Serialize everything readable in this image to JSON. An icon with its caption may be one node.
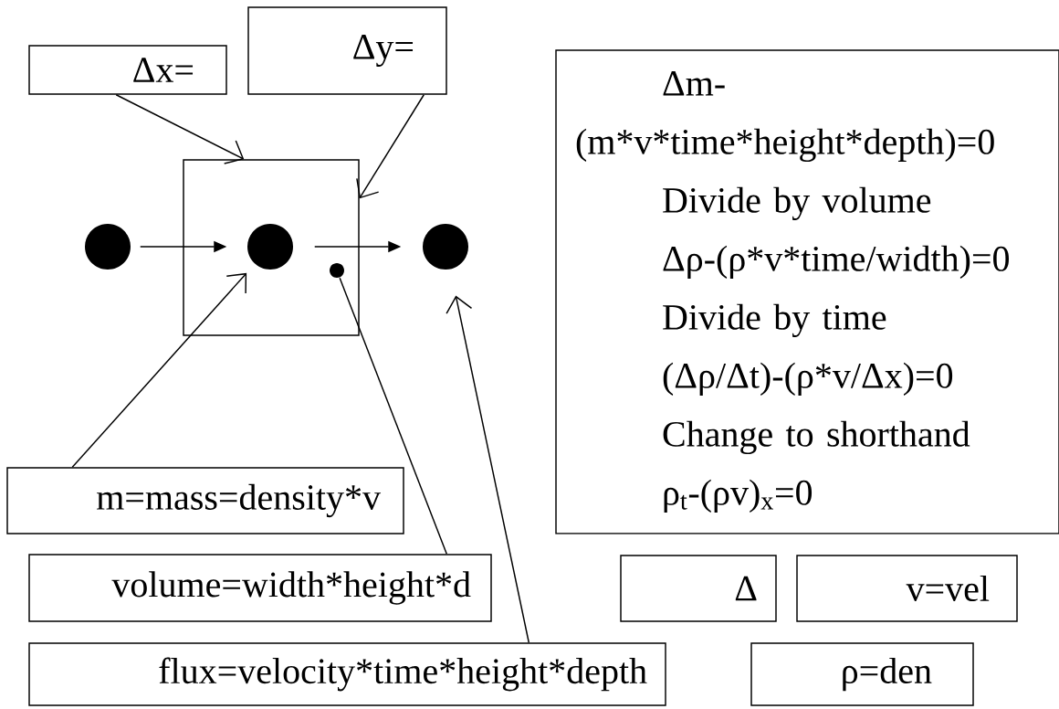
{
  "diagram": {
    "nodes": [
      {
        "text": [
          "Δx="
        ]
      },
      {
        "text": [
          "Δy="
        ]
      },
      {
        "text": [],
        "shape": "box"
      },
      {
        "text": [],
        "shape": "circle"
      },
      {
        "text": [],
        "shape": "circle",
        "in": 2
      },
      {
        "text": [],
        "shape": "circle"
      },
      {
        "text": [
          "Δm- (m*v*time*height*depth)=0",
          "Divide by volume",
          "Δρ-(ρ*v*time/width)=0",
          "Divide by time",
          "(Δρ/Δt)-(ρ*v/Δx)=0",
          "Change to shorthand",
          "ρ$_{t}$-(ρv)$_{x}$=0"
        ]
      },
      {
        "text": [
          "m=mass=density*v"
        ]
      },
      {
        "text": [
          "volume=width*height*d"
        ]
      },
      {
        "text": [
          "Δ"
        ]
      },
      {
        "text": [
          "v=vel"
        ]
      },
      {
        "text": [
          "flux=velocity*time*height*depth"
        ]
      },
      {
        "text": [
          "ρ=den"
        ]
      },
      {
        "text": [],
        "shape": "circle",
        "in": 2
      }
    ],
    "edges": [
      {
        "from": 3,
        "to": 4,
        "arrow": "to"
      },
      {
        "from": 4,
        "to": 5,
        "arrow": "to"
      },
      {
        "from": 0,
        "to": 2,
        "arrow": "to"
      },
      {
        "from": 1,
        "to": 2,
        "arrow": "to"
      },
      {
        "from": 7,
        "to": 4,
        "arrow": "to"
      },
      {
        "from": 8,
        "to": 13,
        "arrow": "none"
      },
      {
        "from": 11,
        "to": 5,
        "arrow": "to"
      }
    ]
  }
}
